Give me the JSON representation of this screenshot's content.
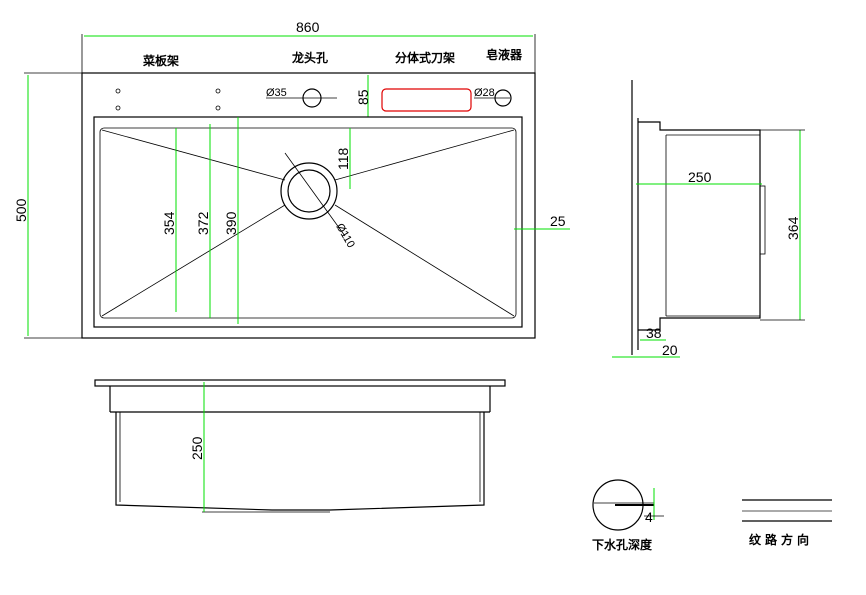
{
  "labels": {
    "cutting_board_rack": "菜板架",
    "faucet_hole": "龙头孔",
    "split_knife_rack": "分体式刀架",
    "soap_dispenser": "皂液器",
    "drain_depth": "下水孔深度",
    "grain_direction": "纹路方向"
  },
  "dimensions": {
    "width": "860",
    "height": "500",
    "faucet_dia": "Ø35",
    "soap_dia": "Ø28",
    "deck": "85",
    "drain_offset": "118",
    "drain_dia": "Ø110",
    "edge": "25",
    "basin_354": "354",
    "basin_372": "372",
    "basin_390": "390",
    "side_depth": "250",
    "side_364": "364",
    "side_38": "38",
    "side_20": "20",
    "front_depth": "250",
    "drain_depth_val": "4"
  },
  "colors": {
    "dimension": "#00e000",
    "knife_rack": "#e00000"
  }
}
